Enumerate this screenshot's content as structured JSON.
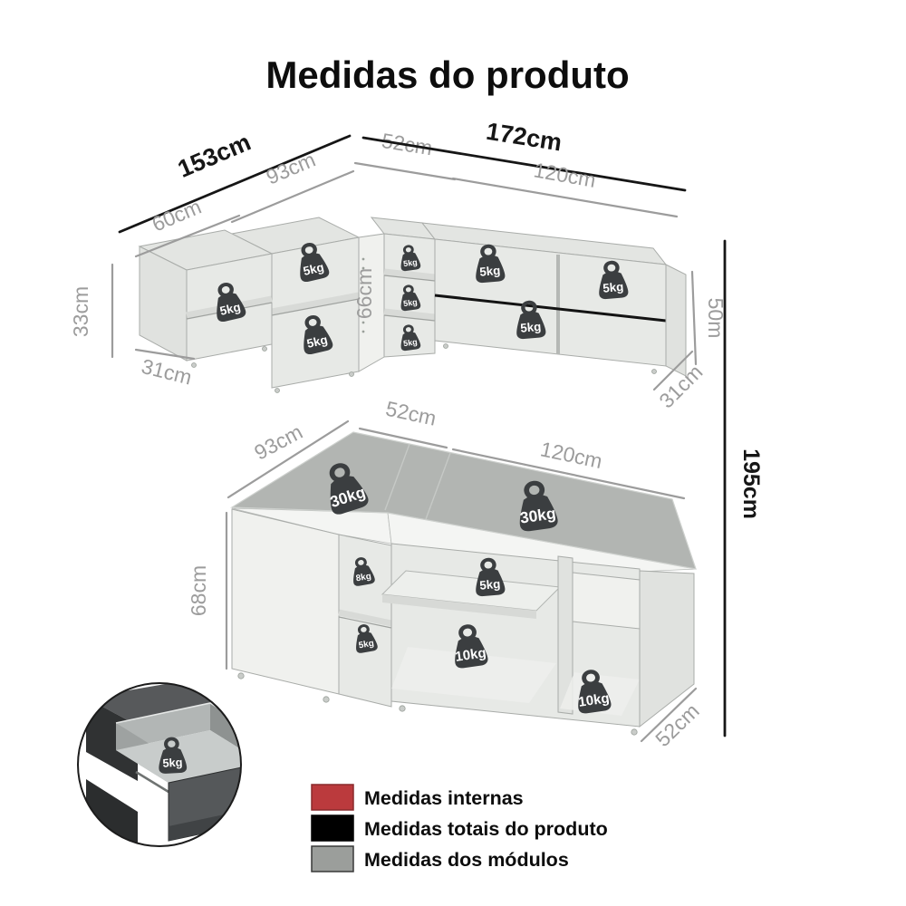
{
  "title": "Medidas do produto",
  "upper_unit": {
    "dims": {
      "total_left": "153cm",
      "mod_93": "93cm",
      "mod_60": "60cm",
      "corner_52": "52cm",
      "total_right": "172cm",
      "mod_120": "120cm",
      "height_left": "33cm",
      "depth_left": "31cm",
      "corner_height": "66cm",
      "height_right": "50m",
      "depth_right": "31cm"
    },
    "weights": [
      "5kg",
      "5kg",
      "5kg",
      "5kg",
      "5kg",
      "5kg",
      "5kg",
      "5kg",
      "5kg"
    ]
  },
  "lower_unit": {
    "dims": {
      "corner_52": "52cm",
      "mod_93": "93cm",
      "mod_120": "120cm",
      "height_left": "68cm",
      "depth_right": "52cm"
    },
    "weights": [
      "30kg",
      "30kg",
      "8kg",
      "5kg",
      "5kg",
      "10kg",
      "10kg"
    ]
  },
  "total_height": "195cm",
  "drawer_inset": {
    "weight": "5kg"
  },
  "legend": [
    {
      "color": "#bb3a3d",
      "label": "Medidas internas"
    },
    {
      "color": "#000000",
      "label": "Medidas totais do produto"
    },
    {
      "color": "#9b9e9b",
      "label": "Medidas dos módulos"
    }
  ],
  "colors": {
    "dim_gray": "#9c9c9c",
    "dim_black": "#161616",
    "weight_icon": "#3b3e40",
    "desk_top": "#b2b5b2"
  }
}
